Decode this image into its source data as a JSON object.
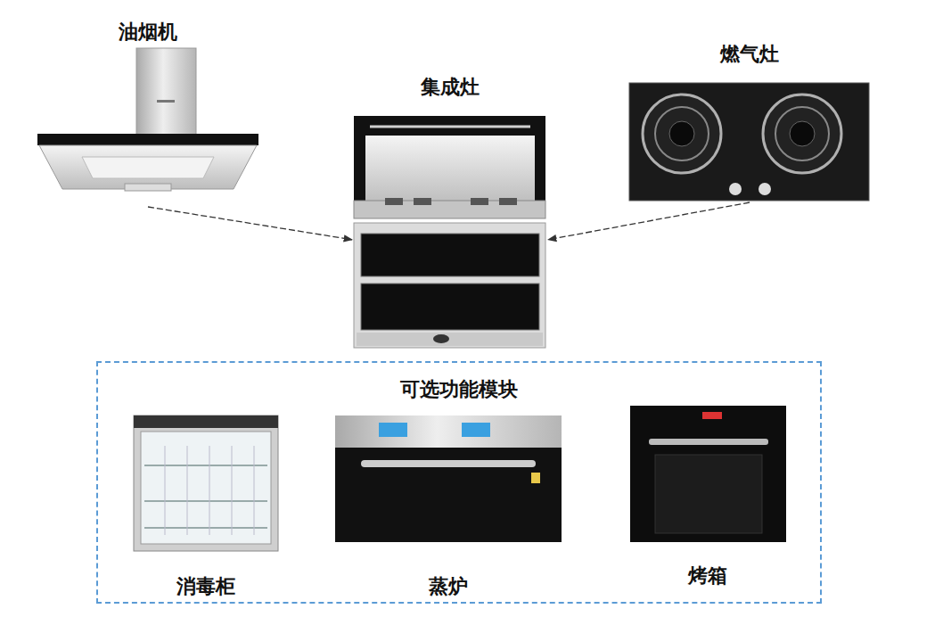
{
  "diagram": {
    "nodes": [
      {
        "text": [
          "油烟机"
        ]
      },
      {
        "text": [
          "集成灶"
        ]
      },
      {
        "text": [
          "燃气灶"
        ]
      },
      {
        "text": [
          "可选功能模块"
        ]
      },
      {
        "text": [
          "消毒柜"
        ],
        "in": 3
      },
      {
        "text": [
          "蒸炉"
        ],
        "in": 3
      },
      {
        "text": [
          "烤箱"
        ],
        "in": 3
      }
    ],
    "edges": [
      {
        "from": 0,
        "to": 1,
        "arrow": "to"
      },
      {
        "from": 2,
        "to": 1,
        "arrow": "to"
      }
    ]
  }
}
